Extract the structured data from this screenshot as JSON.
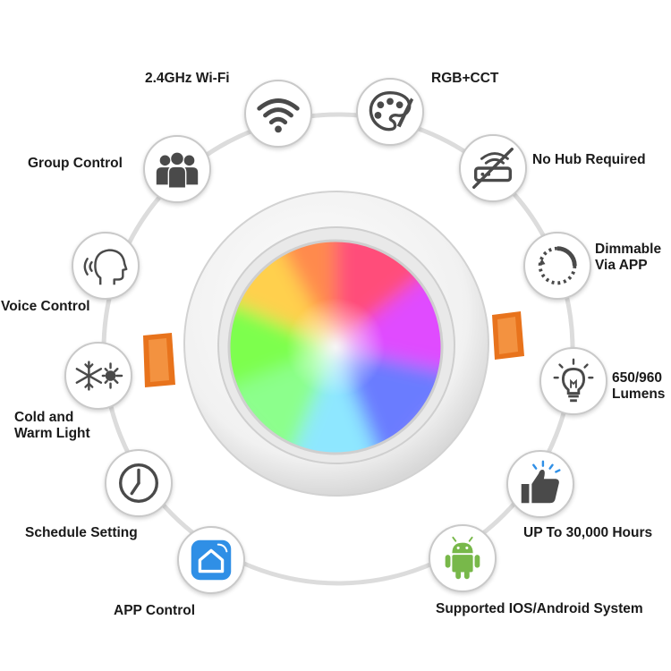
{
  "colors": {
    "ring": "#dcdcdc",
    "icon_dark": "#4a4a4a",
    "clip_orange": "#e8731c",
    "app_blue": "#2f8fe6",
    "android_green": "#78b84a"
  },
  "features": [
    {
      "label": "2.4GHz Wi-Fi",
      "icon": "wifi-icon"
    },
    {
      "label": "RGB+CCT",
      "icon": "palette-icon"
    },
    {
      "label": "Group Control",
      "icon": "group-icon"
    },
    {
      "label": "No Hub Required",
      "icon": "no-hub-icon"
    },
    {
      "label": "Voice Control",
      "icon": "voice-icon"
    },
    {
      "label_lines": [
        "Dimmable",
        "Via APP"
      ],
      "icon": "dimmer-icon"
    },
    {
      "label_lines": [
        "Cold and",
        "Warm Light"
      ],
      "icon": "cold-warm-icon"
    },
    {
      "label_lines": [
        "650/960",
        "Lumens"
      ],
      "icon": "bulb-icon"
    },
    {
      "label": "Schedule Setting",
      "icon": "clock-icon"
    },
    {
      "label": "UP To 30,000 Hours",
      "icon": "thumbs-up-icon"
    },
    {
      "label": "APP Control",
      "icon": "app-home-icon"
    },
    {
      "label": "Supported IOS/Android System",
      "icon": "android-icon"
    }
  ]
}
